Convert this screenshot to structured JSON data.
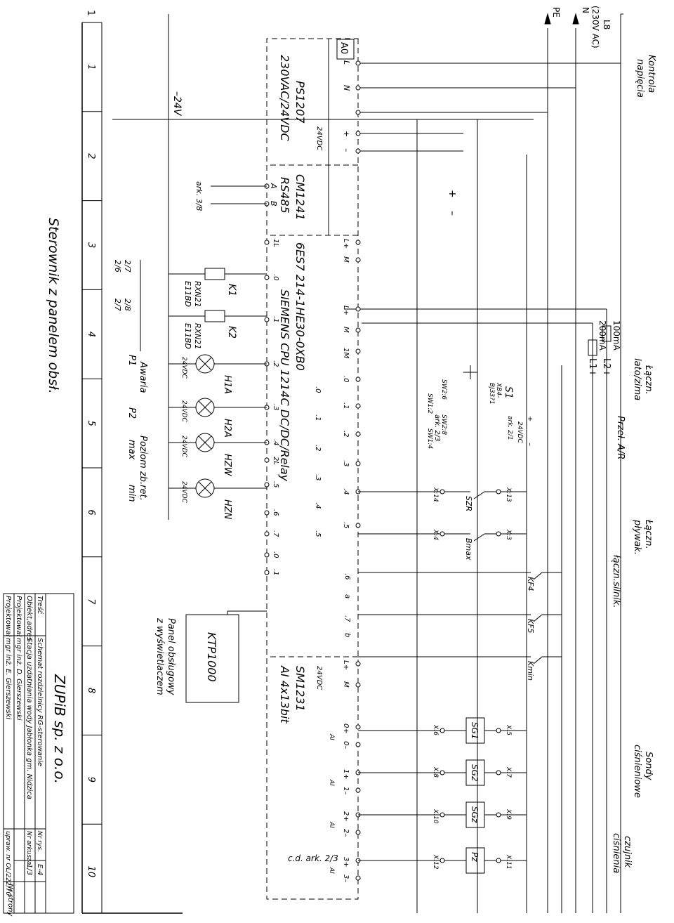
{
  "header": {
    "kontrola": [
      "Kontrola",
      "napięcia"
    ],
    "feed_main": "L8",
    "feed_sub": "(230V AC)",
    "neutral": "N",
    "pe": "PE",
    "lacz_lz": [
      "Łączn.",
      "lato/zima"
    ],
    "przel": "Przeł. A/R",
    "lacz_plyw": [
      "Łączn.",
      "pływak."
    ],
    "lacz_silnik": "łączn.silnik.",
    "sondy": [
      "Sondy",
      "ciśnieniowe"
    ],
    "czujnik": [
      "czujnik",
      "ciśnienia"
    ]
  },
  "fuses": {
    "f1": "100mA",
    "f2": "200mA",
    "l2": "L2+",
    "l1": "L1+"
  },
  "modules": {
    "tag": "A0",
    "ps_name": "PS1207",
    "ps_volt": "230VAC/24VDC",
    "ps_in": [
      "L",
      "N"
    ],
    "ps_out": [
      "+",
      "–"
    ],
    "ps_out_label": "24VDC",
    "cm_name": "CM1241",
    "cm_type": "RS485",
    "cm_pins": [
      "A",
      "B"
    ],
    "cm_ref": "ark. 3/8",
    "cpu_code": "6ES7 214-1HE30-0XB0",
    "cpu_name": "SIEMENS CPU 1214C DC/DC/Relay",
    "cpu_power": [
      "L+",
      "M",
      "L+",
      "M"
    ],
    "cpu_outputs": [
      "1L",
      ".0",
      ".1",
      ".2",
      ".3",
      ".4",
      "2L",
      ".5",
      ".6",
      ".7",
      ".0",
      ".1"
    ],
    "cpu_inputs_top": [
      "1M",
      ".0",
      ".1",
      ".2",
      ".3",
      ".4",
      ".5"
    ],
    "cpu_inputs_bottom": [
      ".0",
      ".1",
      ".2",
      ".3",
      ".4",
      ".5"
    ],
    "cpu_extra": [
      ".6",
      "a",
      ".7",
      "b"
    ],
    "sm_name": "SM1231",
    "sm_type": "AI 4x13bit",
    "sm_pins": [
      "L+",
      "M",
      "0+",
      "0–",
      "1+",
      "1–",
      "2+",
      "2–",
      "3+",
      "3–"
    ],
    "sm_ai": "AI",
    "sm_volt": "24VDC",
    "pm": [
      "+",
      "–"
    ],
    "sm_ref": "c.d. ark. 2/3"
  },
  "switches": {
    "s1": "S1",
    "s1_type": [
      "XB4-",
      "BJ33?1"
    ],
    "s1_pins": [
      "SW2:6",
      "SW1:2",
      "SW2:8",
      "SW1:4"
    ],
    "s1_ref": "ark. 2/3",
    "s1_sup": [
      "+",
      "24VDC",
      "–",
      "ark. 2/1"
    ],
    "szr": "SZR",
    "bmax": "Bmax",
    "kf4": "KF4",
    "kf5": "KF5",
    "kmin": "Kmin",
    "x_top": [
      "X:13",
      "X:3"
    ],
    "x_bot": [
      "X:14",
      "X:4"
    ]
  },
  "sensors": {
    "names": [
      "SG1",
      "SG2",
      "SGz",
      "Pz"
    ],
    "x_top": [
      "X:5",
      "X:7",
      "X:9",
      "X:11"
    ],
    "x_bot": [
      "X:6",
      "X:8",
      "X:10",
      "X:12"
    ]
  },
  "relays": {
    "k1": "K1",
    "k2": "K2",
    "type": [
      "RXN21",
      "E11BD"
    ],
    "contacts": [
      "2/7",
      "2/6",
      "2/8",
      "2/7"
    ]
  },
  "lamps": {
    "names": [
      "H1A",
      "H2A",
      "HZW",
      "HZN"
    ],
    "volt": "24VDC",
    "texts": [
      "Awaria",
      "P1",
      "P2",
      "Poziom zb.ret.",
      "max",
      "min"
    ]
  },
  "ktp": {
    "name": "KTP1000",
    "desc": [
      "Panel obsługowy",
      "z wyświetlaczem"
    ]
  },
  "minus24": "–24V",
  "plc_supply": [
    "+",
    "–"
  ],
  "columns": [
    "1",
    "2",
    "3",
    "4",
    "5",
    "6",
    "7",
    "8",
    "9",
    "10"
  ],
  "corner": "1",
  "title": "Sterownik z panelem obsł.",
  "titleblock": {
    "company": "ZUPiB sp. z o.o.",
    "rows": [
      {
        "label": "Treść",
        "value": "Schemat rozdzielnicy RG-sterowanie",
        "label2": "Nr rys.",
        "value2": "E-4"
      },
      {
        "label": "Obiekt,adres",
        "value": "Stacja uzdatniania wody Jabłonka gm. Nidzica",
        "label2": "Nr arkusza",
        "value2": "1/3"
      },
      {
        "label": "Projektował",
        "value": "mgr inż. D. Gierszewski",
        "label2": "",
        "value2": ""
      },
      {
        "label": "Projektował",
        "value": "mgr inż. E. Gierszewski",
        "label2": "upraw. nr OL/222/70",
        "value2": ""
      }
    ],
    "page_label": "Nr strony"
  },
  "colors": {
    "line": "#000000",
    "paper": "#ffffff"
  }
}
